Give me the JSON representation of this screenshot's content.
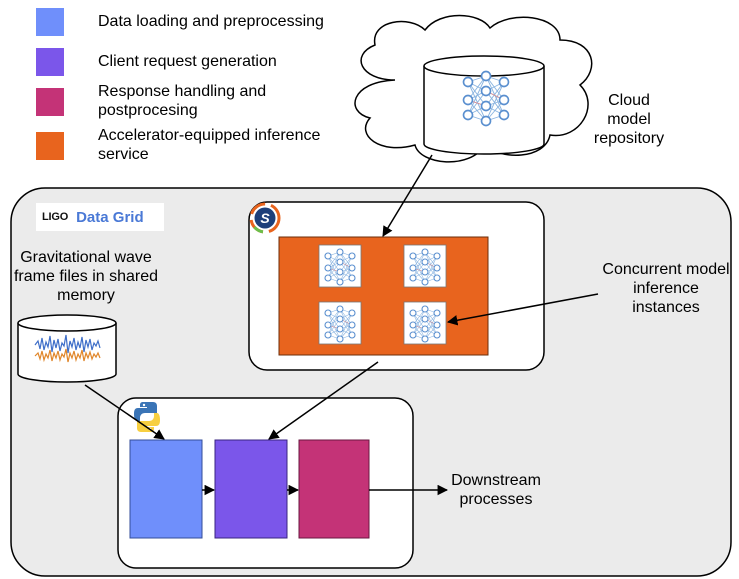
{
  "legend": [
    {
      "label": "Data loading and preprocessing",
      "color": "#6f8ffb"
    },
    {
      "label": "Client request generation",
      "color": "#7b56ea"
    },
    {
      "label": "Response handling and\npostprocesing",
      "color": "#c43377"
    },
    {
      "label": "Accelerator-equipped inference\nservice",
      "color": "#e8641e"
    }
  ],
  "labels": {
    "cloud": "Cloud\nmodel\nrepository",
    "ligo_word": "LIGO",
    "data_grid": "Data Grid",
    "frame_files": "Gravitational wave\nframe files in shared\nmemory",
    "concurrent": "Concurrent model\ninference\ninstances",
    "downstream": "Downstream\nprocesses"
  },
  "icons": {
    "server_logo": "stylized-s-logo-icon",
    "python_logo": "python-icon",
    "network": "neural-network-icon",
    "waveform": "waveform-icon"
  },
  "colors": {
    "outer_panel": "#ebebeb",
    "orange": "#e8641e",
    "waveform_blue": "#3f6fc9",
    "waveform_orange": "#e0862a"
  }
}
